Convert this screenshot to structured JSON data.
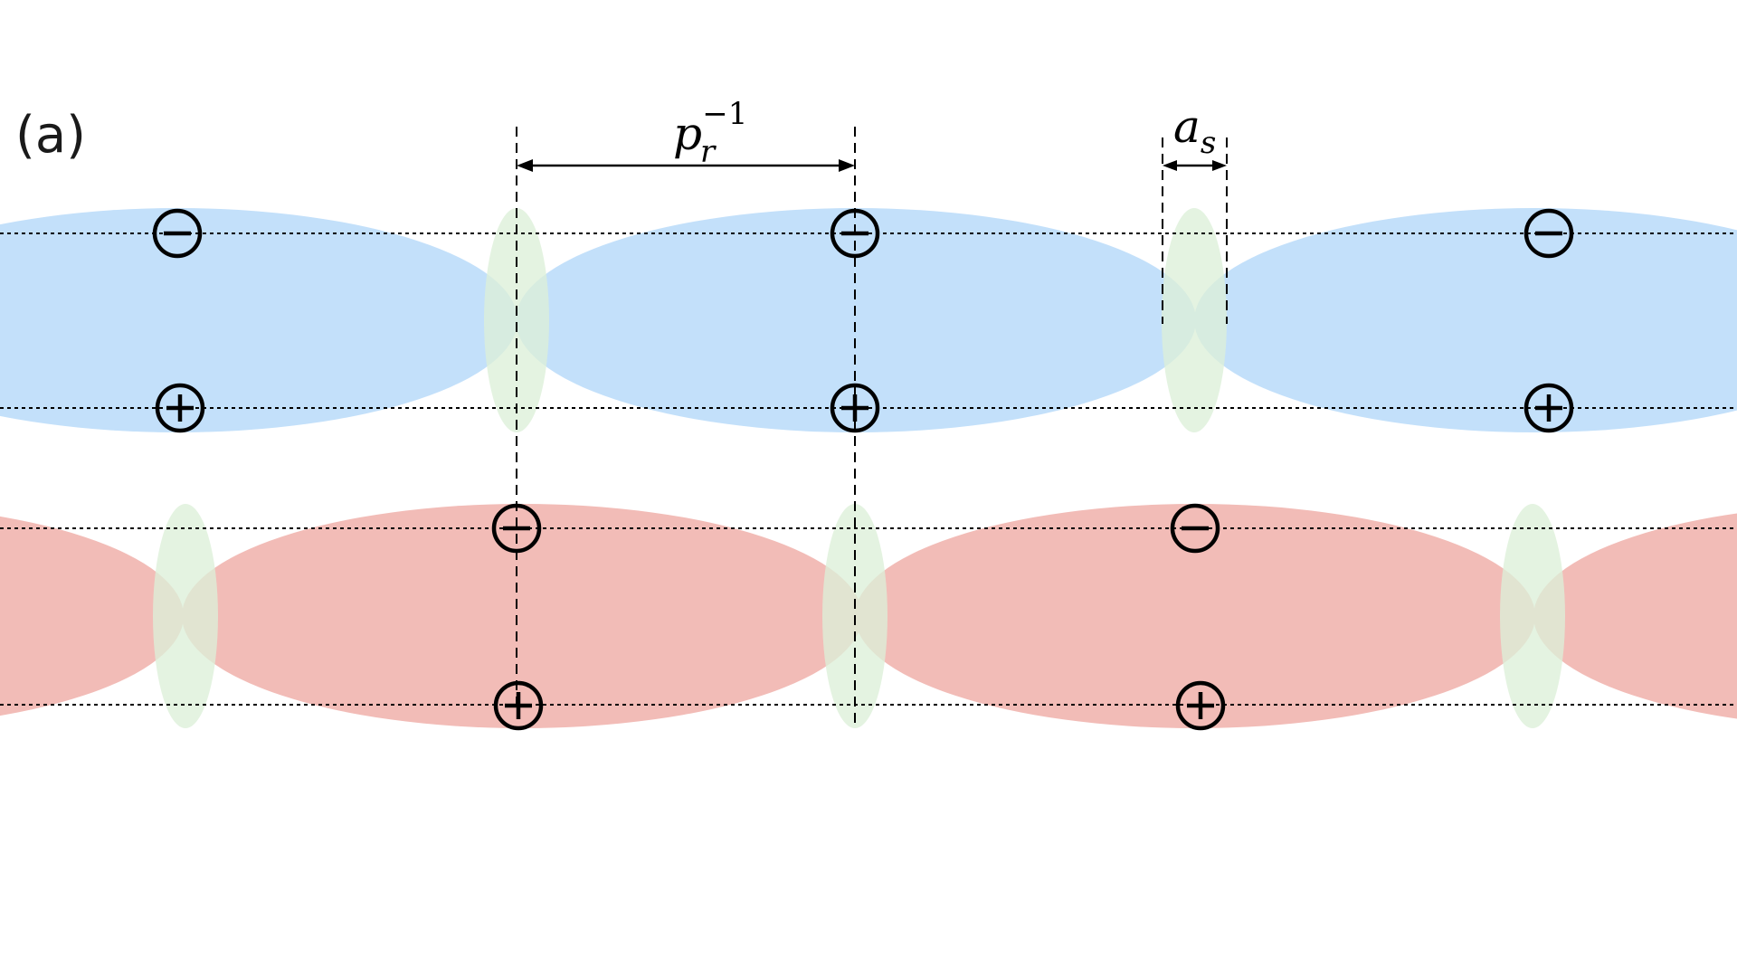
{
  "figure": {
    "panel_label": "(a)",
    "dimensions": {
      "period": {
        "base": "p",
        "subscript": "r",
        "superscript": "−1"
      },
      "gap": {
        "base": "a",
        "subscript": "s"
      }
    },
    "charge_symbols": {
      "negative": "−",
      "positive": "+"
    }
  },
  "colors": {
    "upper_band": "#c3e0fa",
    "lower_band": "#f2bcb7",
    "junction": "#ddefd9",
    "ink": "#000000"
  },
  "rows": [
    {
      "name": "upper-row",
      "band_color_key": "upper_band",
      "charges": [
        {
          "top": "negative",
          "bottom": "positive"
        },
        {
          "top": "negative",
          "bottom": "positive"
        },
        {
          "top": "negative",
          "bottom": "positive"
        }
      ]
    },
    {
      "name": "lower-row",
      "band_color_key": "lower_band",
      "charges": [
        {
          "top": "negative",
          "bottom": "positive"
        },
        {
          "top": "negative",
          "bottom": "positive"
        }
      ]
    }
  ]
}
